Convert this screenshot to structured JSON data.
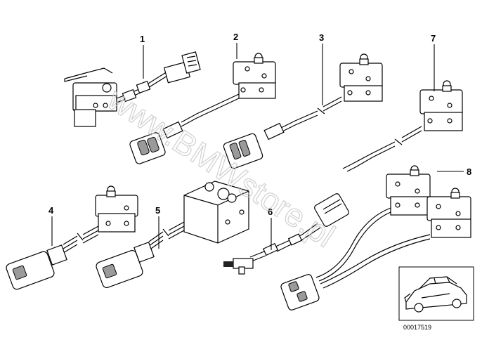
{
  "callouts": [
    {
      "id": "1",
      "label": "1"
    },
    {
      "id": "2",
      "label": "2"
    },
    {
      "id": "3",
      "label": "3"
    },
    {
      "id": "7",
      "label": "7"
    },
    {
      "id": "8",
      "label": "8"
    },
    {
      "id": "4",
      "label": "4"
    },
    {
      "id": "5",
      "label": "5"
    },
    {
      "id": "6",
      "label": "6"
    }
  ],
  "watermark": "www.BMWstore.pl",
  "reference_code": "00017519"
}
